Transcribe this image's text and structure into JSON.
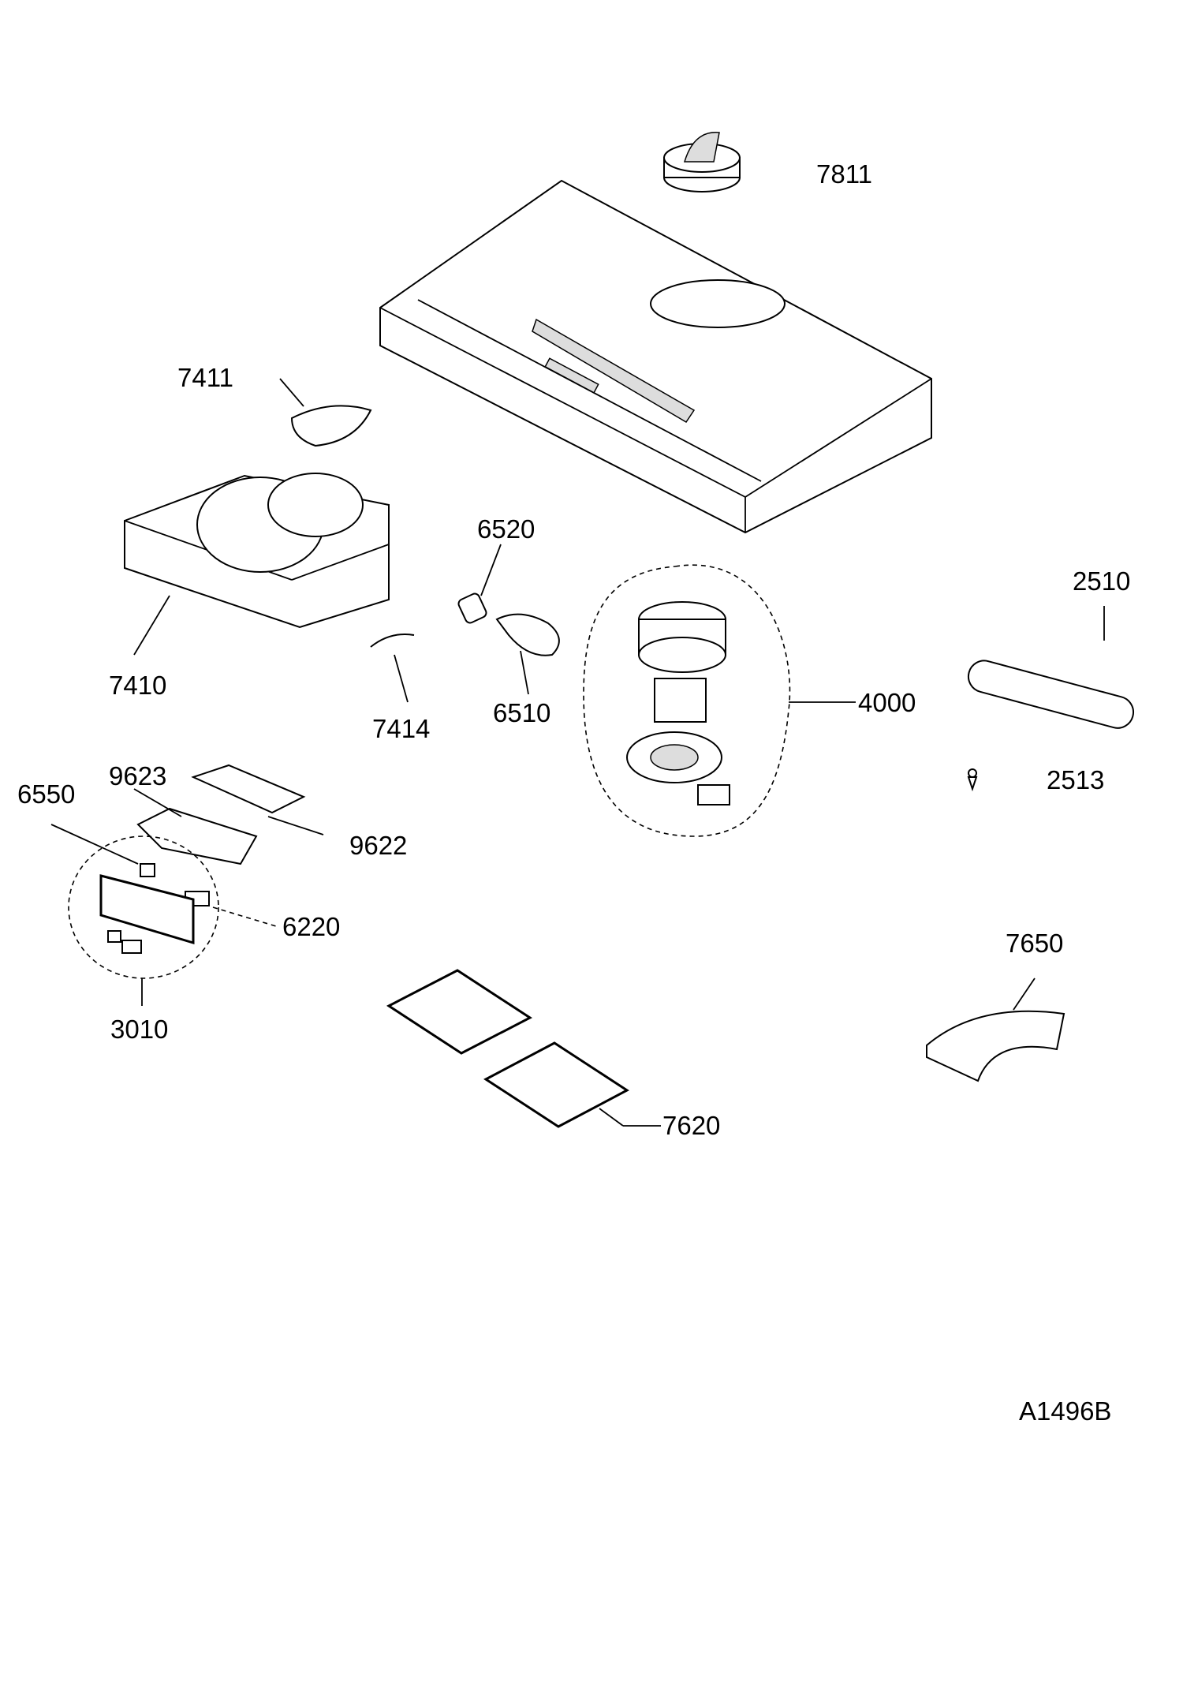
{
  "diagram": {
    "drawing_code": "A1496B",
    "labels": {
      "p7811": "7811",
      "p7411": "7411",
      "p6520": "6520",
      "p2510": "2510",
      "p4000": "4000",
      "p7410": "7410",
      "p7414": "7414",
      "p6510": "6510",
      "p2513": "2513",
      "p9623": "9623",
      "p6550": "6550",
      "p9622": "9622",
      "p6220": "6220",
      "p7650": "7650",
      "p3010": "3010",
      "p7620": "7620"
    }
  }
}
